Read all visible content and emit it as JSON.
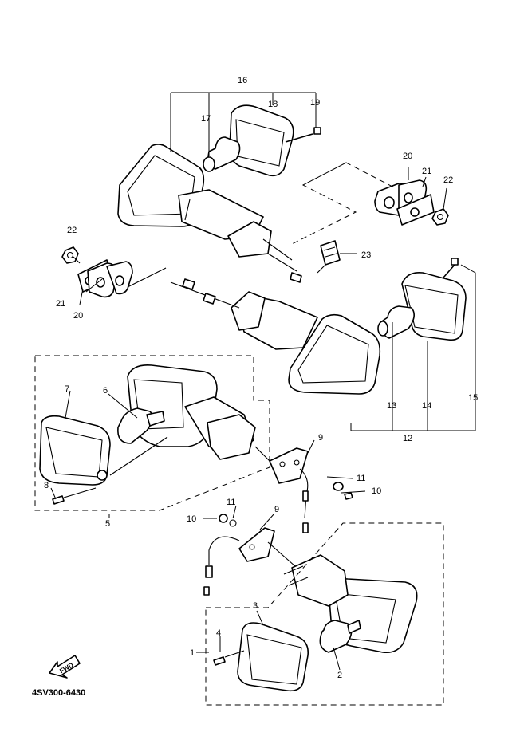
{
  "diagram_code": "4SV300-6430",
  "fwd_arrow_label": "FWD",
  "callouts": {
    "c1": "1",
    "c2": "2",
    "c3": "3",
    "c4": "4",
    "c5": "5",
    "c6": "6",
    "c7": "7",
    "c8": "8",
    "c9a": "9",
    "c9b": "9",
    "c10a": "10",
    "c10b": "10",
    "c11a": "11",
    "c11b": "11",
    "c12": "12",
    "c13": "13",
    "c14": "14",
    "c15": "15",
    "c16": "16",
    "c17": "17",
    "c18": "18",
    "c19": "19",
    "c20a": "20",
    "c20b": "20",
    "c21a": "21",
    "c21b": "21",
    "c22a": "22",
    "c22b": "22",
    "c23": "23"
  }
}
